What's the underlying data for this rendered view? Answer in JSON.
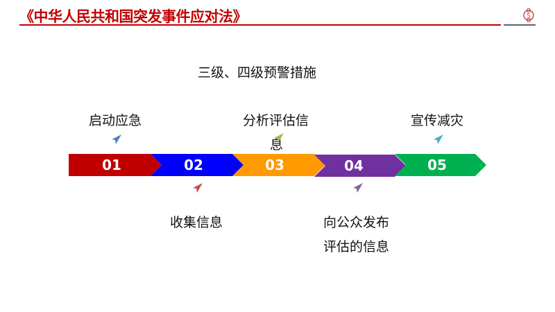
{
  "header": {
    "title": "《中华人民共和国突发事件应对法》"
  },
  "main": {
    "heading": "三级、四级预警措施",
    "steps": [
      {
        "num": "01",
        "label": "启动应急",
        "color": "#c00000",
        "icon_color": "#4f81bd"
      },
      {
        "num": "02",
        "label": "收集信息",
        "color": "#0000ff",
        "icon_color": "#c0504d"
      },
      {
        "num": "03",
        "label_line1": "分析评估信",
        "label_line2": "息",
        "color": "#ff9900",
        "icon_color": "#9bbb59"
      },
      {
        "num": "04",
        "label_line1": "向公众发布",
        "label_line2": "评估的信息",
        "color": "#7030a0",
        "icon_color": "#8064a2"
      },
      {
        "num": "05",
        "label": "宣传减灾",
        "color": "#00b050",
        "icon_color": "#4bacc6"
      }
    ]
  }
}
